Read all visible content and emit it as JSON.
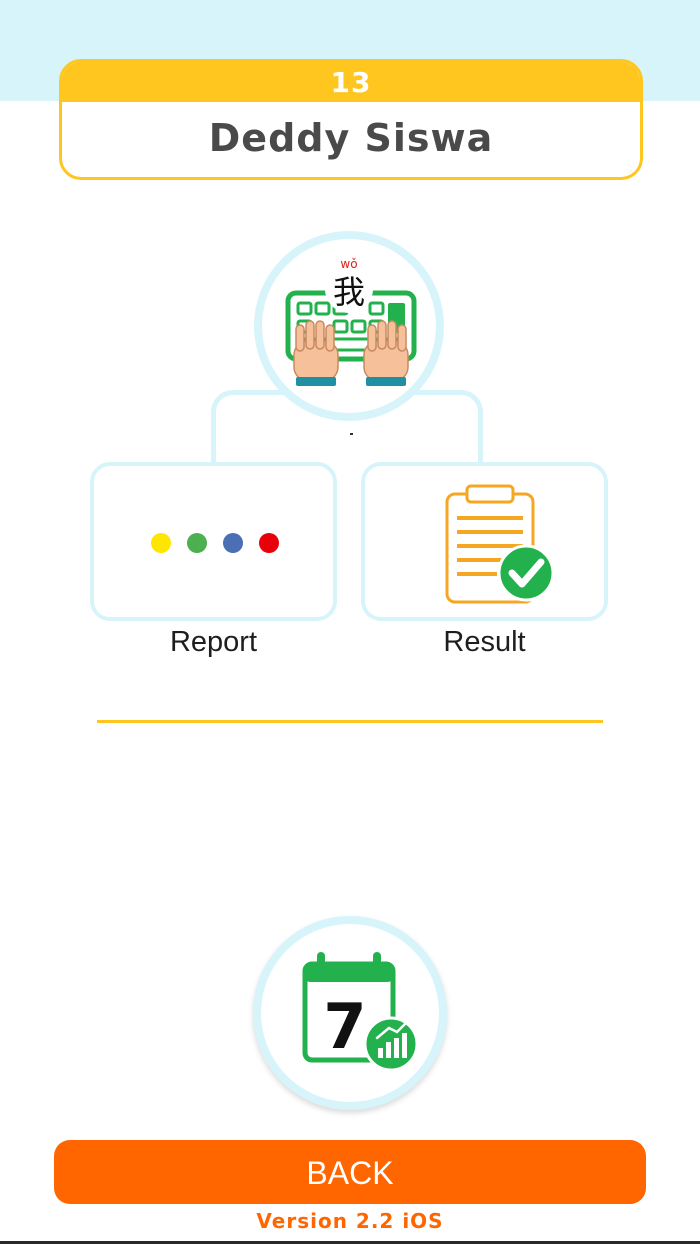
{
  "header": {
    "student_number": "13",
    "student_name": "Deddy Siswa"
  },
  "typing_icon": {
    "pinyin": "wǒ",
    "character": "我",
    "icon": "keyboard-typing-icon"
  },
  "menu": [
    {
      "label": "Report",
      "icon": "colored-dots-icon"
    },
    {
      "label": "Result",
      "icon": "clipboard-check-icon"
    }
  ],
  "report_dots": [
    "#ffe600",
    "#4caf50",
    "#4a6fb5",
    "#e8000b"
  ],
  "calendar": {
    "day": "7",
    "icon": "calendar-chart-icon"
  },
  "footer": {
    "back_label": "BACK",
    "version": "Version 2.2 iOS"
  },
  "colors": {
    "accent_yellow": "#ffc61f",
    "light_blue": "#d7f4fb",
    "orange": "#ff6600",
    "green": "#22b14c"
  }
}
